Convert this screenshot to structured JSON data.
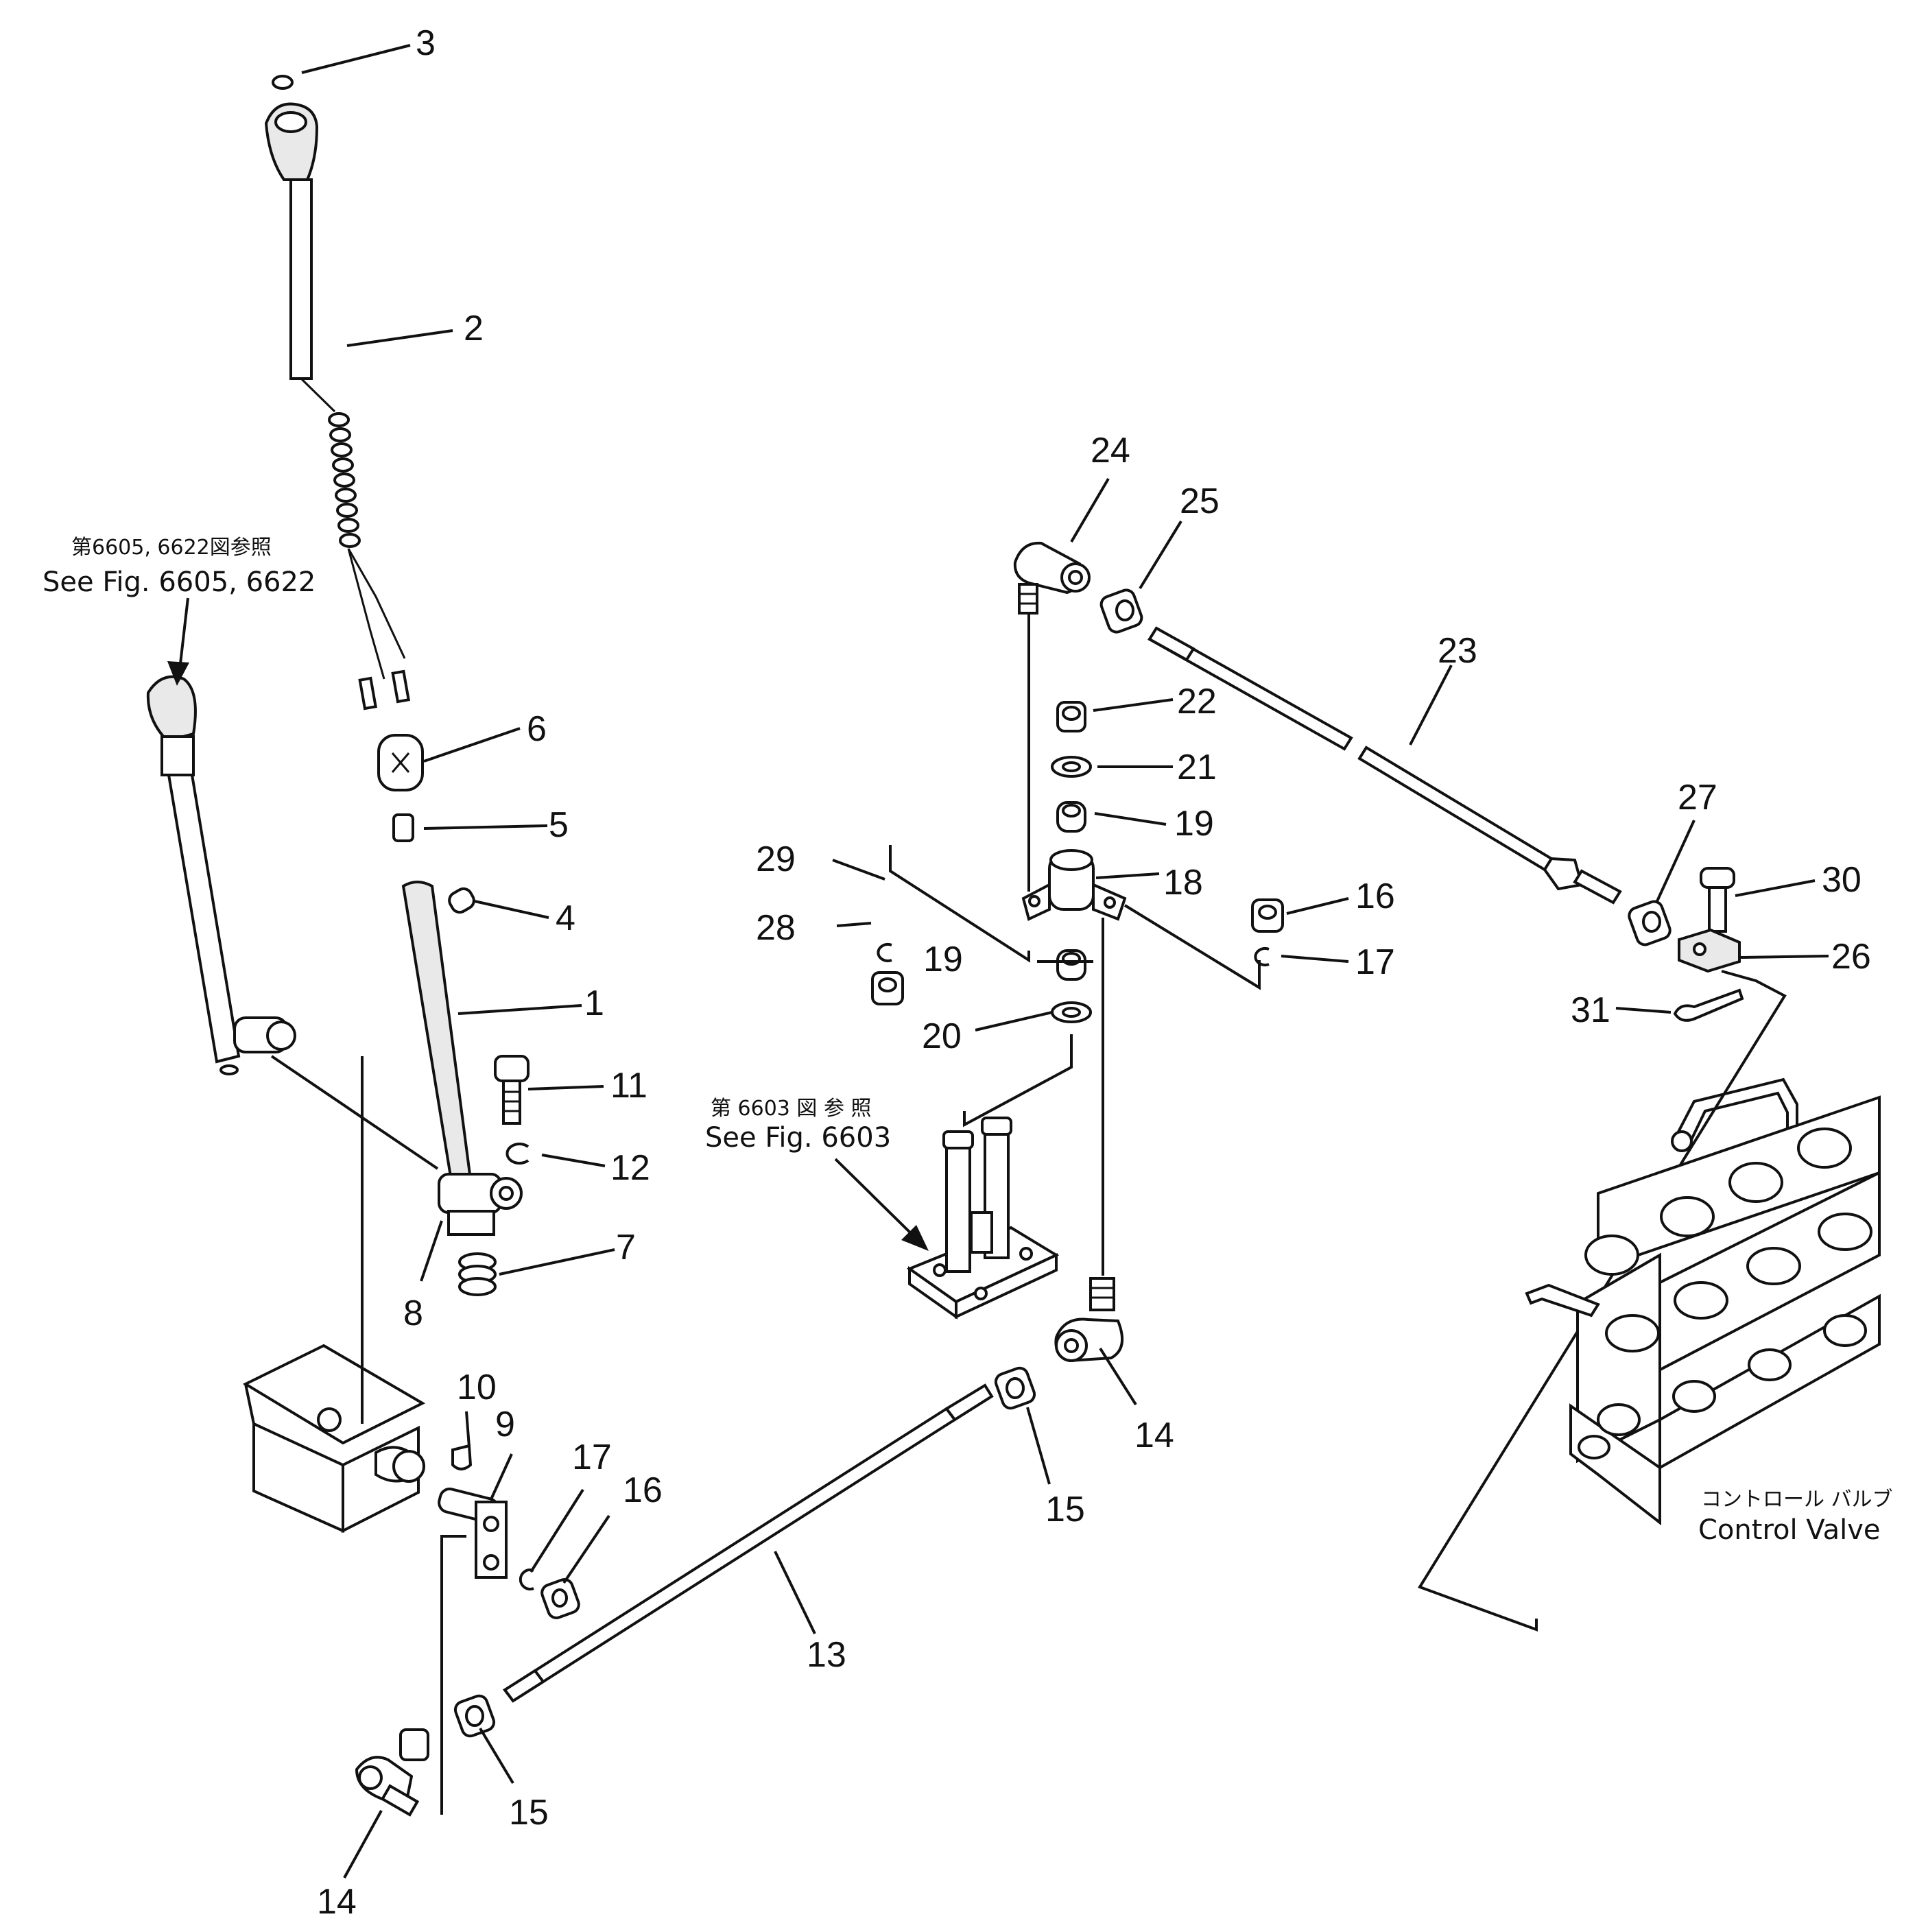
{
  "callouts": [
    "1",
    "2",
    "3",
    "4",
    "5",
    "6",
    "7",
    "8",
    "9",
    "10",
    "11",
    "12",
    "13",
    "14",
    "14",
    "15",
    "15",
    "16",
    "16",
    "17",
    "17",
    "18",
    "19",
    "19",
    "20",
    "21",
    "22",
    "23",
    "24",
    "25",
    "26",
    "27",
    "28",
    "29",
    "30",
    "31"
  ],
  "notes": {
    "ref_lever_jp": "第6605, 6622図参照",
    "ref_lever_en": "See Fig. 6605, 6622",
    "ref_valve_jp": "第 6603 図 参 照",
    "ref_valve_en": "See Fig. 6603",
    "control_valve_jp": "コントロール バルブ",
    "control_valve_en": "Control Valve"
  }
}
